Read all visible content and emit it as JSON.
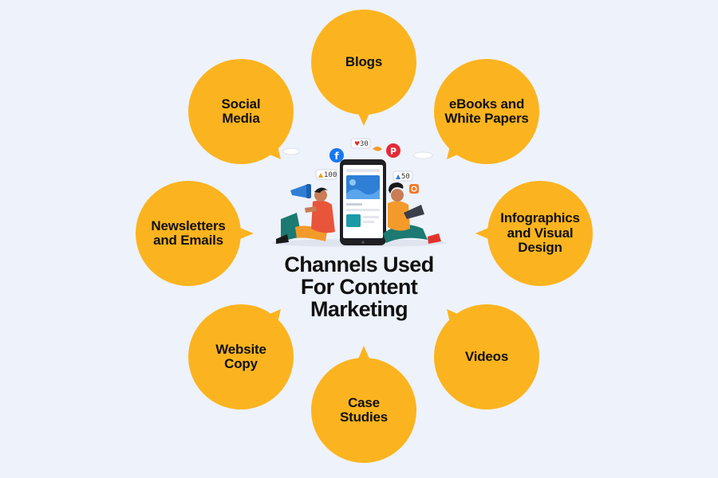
{
  "title": "Channels Used\nFor Content\nMarketing",
  "colors": {
    "background": "#eef2fa",
    "bubble": "#fbb41f",
    "text": "#111111"
  },
  "channels": [
    {
      "id": "blogs",
      "label": "Blogs"
    },
    {
      "id": "ebooks",
      "label": "eBooks and\nWhite Papers"
    },
    {
      "id": "infographics",
      "label": "Infographics\nand Visual\nDesign"
    },
    {
      "id": "videos",
      "label": "Videos"
    },
    {
      "id": "case-studies",
      "label": "Case\nStudies"
    },
    {
      "id": "website-copy",
      "label": "Website\nCopy"
    },
    {
      "id": "newsletters",
      "label": "Newsletters\nand Emails"
    },
    {
      "id": "social-media",
      "label": "Social\nMedia"
    }
  ],
  "illustration": {
    "badges": [
      {
        "icon": "heart-icon",
        "count": "30"
      },
      {
        "icon": "like-icon",
        "count": "100"
      },
      {
        "icon": "like-icon",
        "count": "50"
      }
    ],
    "icons": [
      "facebook-icon",
      "pinterest-icon",
      "instagram-icon",
      "bird-icon",
      "megaphone-icon",
      "smartphone-icon"
    ]
  }
}
